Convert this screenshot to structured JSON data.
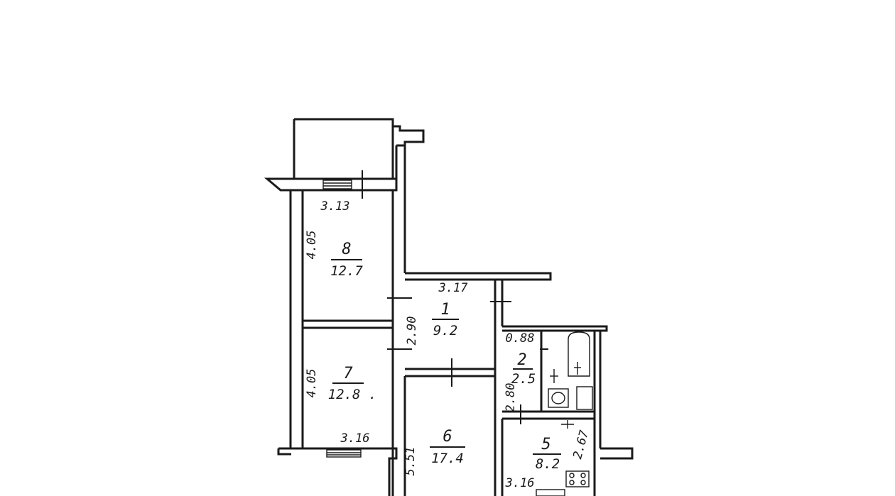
{
  "rooms": [
    {
      "id": "8",
      "number": "8",
      "area": "12.7"
    },
    {
      "id": "1",
      "number": "1",
      "area": "9.2"
    },
    {
      "id": "7",
      "number": "7",
      "area": "12.8 ."
    },
    {
      "id": "2",
      "number": "2",
      "area": "2.5"
    },
    {
      "id": "6",
      "number": "6",
      "area": "17.4"
    },
    {
      "id": "5",
      "number": "5",
      "area": "8.2"
    }
  ],
  "dimensions": {
    "room8_width": "3.13",
    "room8_length": "4.05",
    "room7_length": "4.05",
    "room7_width": "3.16",
    "room1_width": "3.17",
    "room1_length": "2.90",
    "room6_length": "5.51",
    "bath_width": "0.88",
    "bath_length": "2.80",
    "kitchen_length": "2.67",
    "kitchen_width": "3.16"
  }
}
